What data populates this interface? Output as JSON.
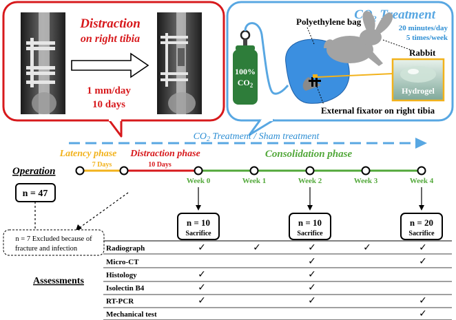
{
  "colors": {
    "red": "#d7191c",
    "blue": "#58a7e2",
    "blue_dark": "#2f8fd4",
    "green": "#52a83a",
    "orange": "#f2b21b",
    "bag_blue": "#3b8fe0",
    "cylinder": "#2e7d3a",
    "rabbit": "#a3a3a3",
    "black": "#000000"
  },
  "distraction_panel": {
    "title_line1": "Distraction",
    "title_line2": "on right tibia",
    "rate_line1": "1 mm/day",
    "rate_line2": "10 days"
  },
  "co2_panel": {
    "title_prefix": "CO",
    "title_sub": "2",
    "title_suffix": " Treatment",
    "schedule_line1": "20 minutes/day",
    "schedule_line2": "5 times/week",
    "bag_label": "Polyethylene bag",
    "rabbit_label": "Rabbit",
    "cylinder_line1": "100%",
    "cylinder_line2_prefix": "CO",
    "cylinder_line2_sub": "2",
    "hydrogel_label": "Hydrogel",
    "fixator_label": "External fixator on right tibia"
  },
  "treatment_arrow": {
    "prefix": "CO",
    "sub": "2",
    "suffix": " Treatment / Sham treatment"
  },
  "phases": {
    "latency": "Latency phase",
    "latency_days": "7 Days",
    "distraction": "Distraction phase",
    "distraction_days": "10 Days",
    "consolidation": "Consolidation phase"
  },
  "operation": {
    "label": "Operation",
    "n_total": "n = 47",
    "excluded_line1": "n = 7 Excluded because of",
    "excluded_line2": "fracture and infection"
  },
  "weeks": [
    "Week 0",
    "Week 1",
    "Week 2",
    "Week 3",
    "Week 4"
  ],
  "sacrifice_boxes": [
    {
      "n": "n = 10",
      "label": "Sacrifice"
    },
    {
      "n": "n = 10",
      "label": "Sacrifice"
    },
    {
      "n": "n = 20",
      "label": "Sacrifice"
    }
  ],
  "assessments": {
    "title": "Assessments",
    "check": "✓",
    "rows": [
      {
        "name": "Radiograph",
        "checks": [
          true,
          true,
          true,
          true,
          true
        ]
      },
      {
        "name": "Micro-CT",
        "checks": [
          false,
          false,
          true,
          false,
          true
        ]
      },
      {
        "name": "Histology",
        "checks": [
          true,
          false,
          true,
          false,
          false
        ]
      },
      {
        "name": "Isolectin B4",
        "checks": [
          true,
          false,
          true,
          false,
          false
        ]
      },
      {
        "name": "RT-PCR",
        "checks": [
          true,
          false,
          true,
          false,
          true
        ]
      },
      {
        "name": "Mechanical test",
        "checks": [
          false,
          false,
          false,
          false,
          true
        ]
      }
    ]
  }
}
